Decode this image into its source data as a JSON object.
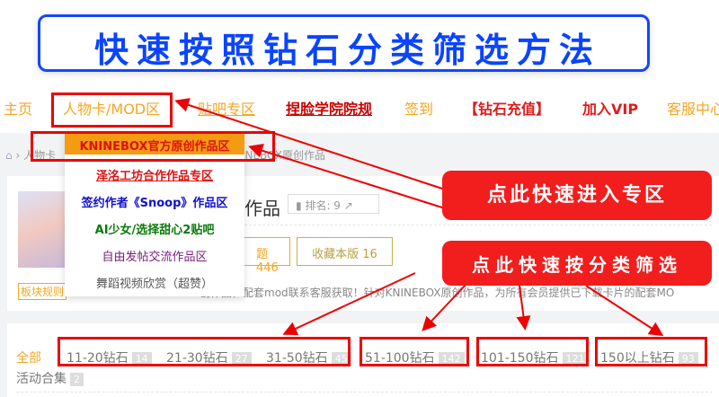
{
  "banner": {
    "title": "快速按照钻石分类筛选方法"
  },
  "nav": [
    "主页",
    "人物卡/MOD区",
    "贴吧专区",
    "捏脸学院院规",
    "签到",
    "【钻石充值】",
    "加入VIP",
    "客服中心"
  ],
  "breadcrumb": {
    "item1": "人物卡",
    "item2": "KNINEBOX原创作品"
  },
  "dropdown": [
    "KNINEBOX官方原创作品区",
    "泽洺工坊合作作品专区",
    "签约作者《Snoop》作品区",
    "AI少女/选择甜心2贴吧",
    "自由发帖交流作品区",
    "舞蹈视频欣赏（超赞）"
  ],
  "forum": {
    "name_tail": "作品",
    "rank_label": "排名: 9",
    "topics": "题 446",
    "favorite": "收藏本版 16",
    "rules_tag": "板块规则",
    "description": "创作品，配套mod联系客服获取！针对KNINEBOX原创作品，为所有会员提供已下载卡片的配套MO"
  },
  "callouts": {
    "enter": "点此快速进入专区",
    "filter": "点此快速按分类筛选"
  },
  "filters": {
    "all": "全部",
    "items": [
      {
        "label": "11-20钻石",
        "count": "14"
      },
      {
        "label": "21-30钻石",
        "count": "27"
      },
      {
        "label": "31-50钻石",
        "count": "45"
      },
      {
        "label": "51-100钻石",
        "count": "142"
      },
      {
        "label": "101-150钻石",
        "count": "121"
      },
      {
        "label": "150以上钻石",
        "count": "93"
      }
    ],
    "activity": {
      "label": "活动合集",
      "count": "2"
    }
  },
  "colors": {
    "accent": "#f5a623",
    "annotation": "#ee0000",
    "title_blue": "#0a44ff"
  }
}
